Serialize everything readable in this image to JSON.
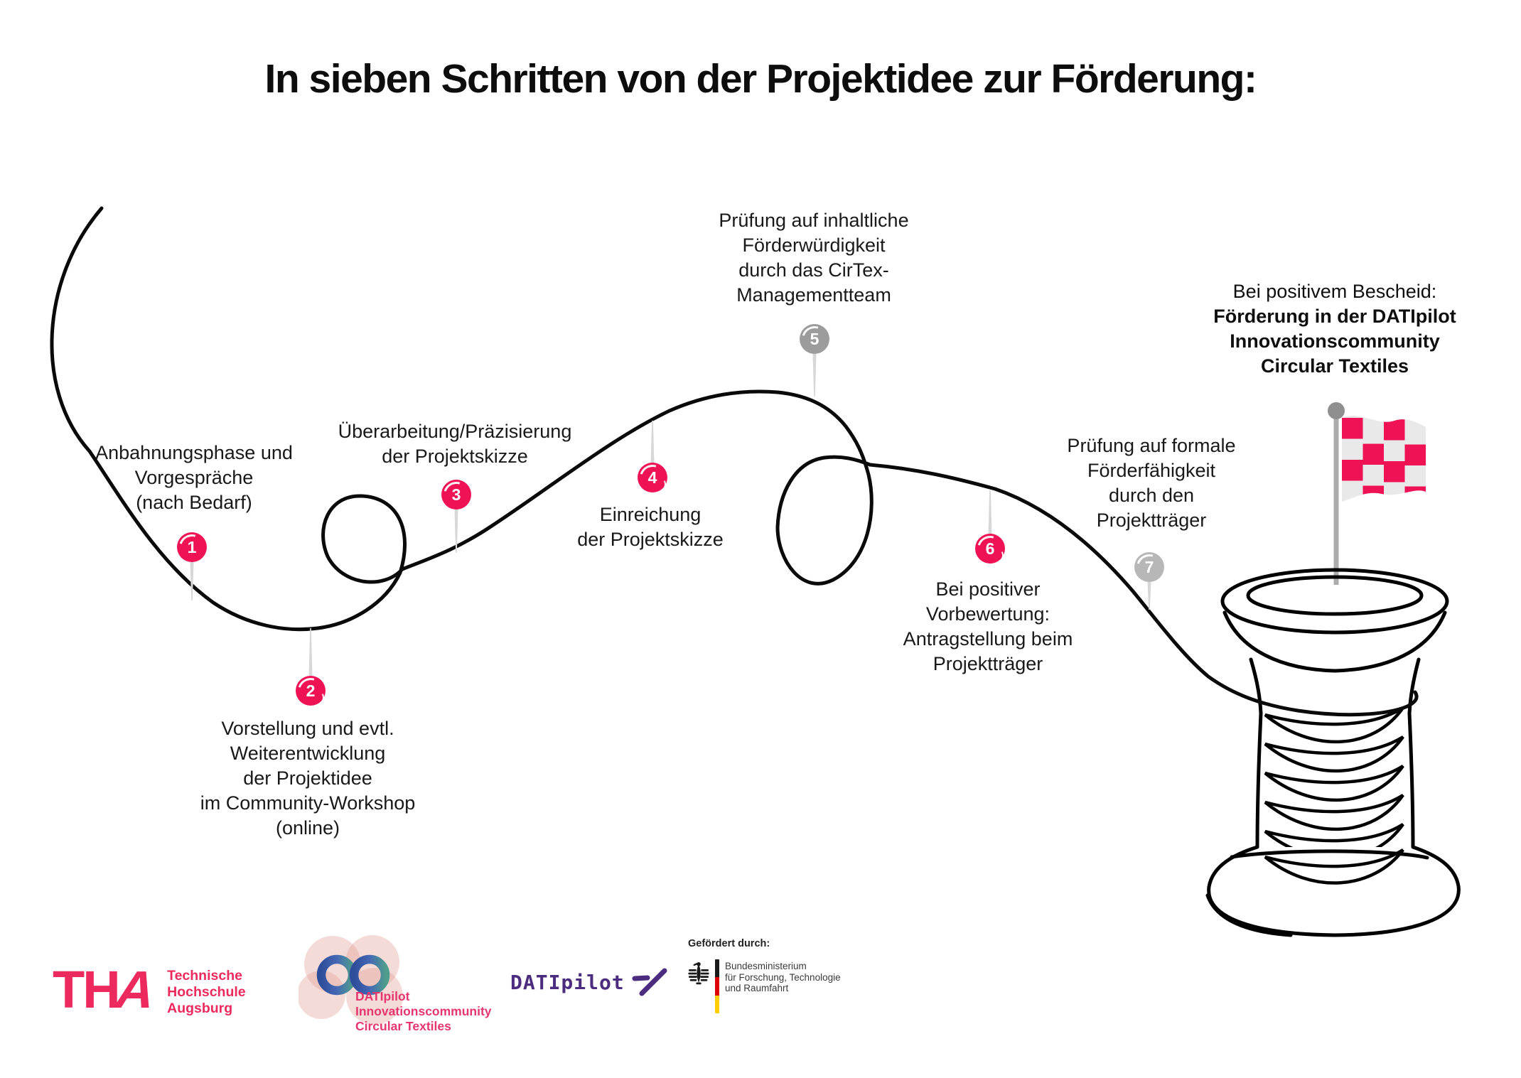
{
  "title": "In sieben Schritten von der Projektidee zur Förderung:",
  "steps": [
    {
      "number": "1",
      "lines": [
        "Anbahnungsphase und",
        "Vorgespräche",
        "(nach Bedarf)"
      ]
    },
    {
      "number": "2",
      "lines": [
        "Vorstellung und evtl.",
        "Weiterentwicklung",
        "der Projektidee",
        "im Community-Workshop",
        "(online)"
      ]
    },
    {
      "number": "3",
      "lines": [
        "Überarbeitung/Präzisierung",
        "der Projektskizze"
      ]
    },
    {
      "number": "4",
      "lines": [
        "Einreichung",
        "der Projektskizze"
      ]
    },
    {
      "number": "5",
      "lines": [
        "Prüfung auf inhaltliche",
        "Förderwürdigkeit",
        "durch das CirTex-",
        "Managementteam"
      ]
    },
    {
      "number": "6",
      "lines": [
        "Bei positiver",
        "Vorbewertung:",
        "Antragstellung beim",
        "Projektträger"
      ]
    },
    {
      "number": "7",
      "lines": [
        "Prüfung auf formale",
        "Förderfähigkeit",
        "durch den",
        "Projektträger"
      ]
    }
  ],
  "final_step": {
    "intro": "Bei positivem Bescheid:",
    "bold_lines": [
      "Förderung in der DATIpilot",
      "Innovationscommunity",
      "Circular Textiles"
    ]
  },
  "footer": {
    "tha": {
      "letters": [
        "T",
        "H",
        "A"
      ],
      "name_lines": [
        "Technische",
        "Hochschule",
        "Augsburg"
      ]
    },
    "community": {
      "lines": [
        "DATIpilot",
        "Innovationscommunity",
        "Circular Textiles"
      ]
    },
    "datipilot": {
      "wordmark": "DATIpilot"
    },
    "funding": {
      "heading": "Gefördert durch:",
      "ministry_lines": [
        "Bundesministerium",
        "für Forschung, Technologie",
        "und Raumfahrt"
      ]
    }
  },
  "colors": {
    "accent_pink": "#EF1356",
    "pin_gray_5": "#9C9C9C",
    "pin_gray_7": "#B7B7B7",
    "tha_pink": "#EC2A5E",
    "community_pink": "#E6366F",
    "datipilot_purple": "#4B2C7F",
    "flag_light": "#E9E9E9",
    "germany_black": "#1a1a1a",
    "germany_red": "#DD0000",
    "germany_gold": "#FFCE00"
  }
}
